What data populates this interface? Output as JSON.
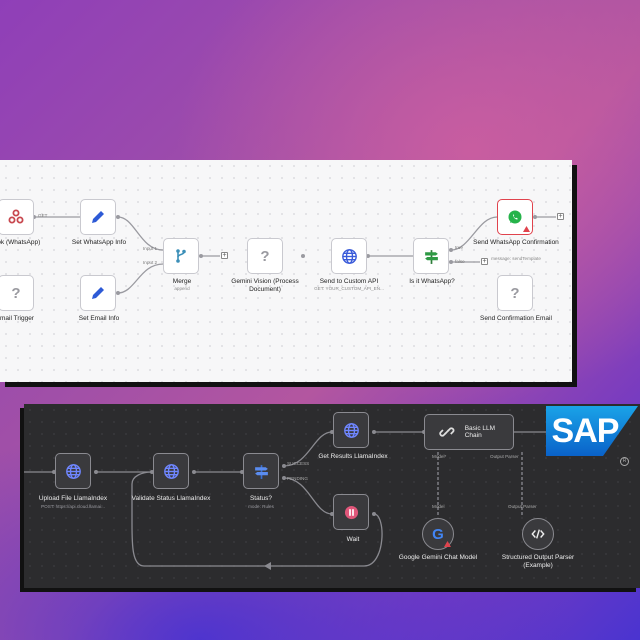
{
  "top_workflow": {
    "nodes": {
      "webhook": {
        "label": "ook (WhatsApp)",
        "icon": "webhook-icon"
      },
      "set_whatsapp": {
        "label": "Set WhatsApp Info",
        "icon": "pencil-icon"
      },
      "email_trigger": {
        "label": "mail Trigger",
        "icon": "question-icon"
      },
      "set_email": {
        "label": "Set Email Info",
        "icon": "pencil-icon"
      },
      "merge": {
        "label": "Merge",
        "sub": "append",
        "icon": "merge-icon"
      },
      "gemini_vision": {
        "label": "Gemini Vision (Process Document)",
        "icon": "question-icon"
      },
      "send_custom_api": {
        "label": "Send to Custom API",
        "sub": "GET: YOUR_CUSTOM_API_EN...",
        "icon": "globe-icon"
      },
      "is_whatsapp": {
        "label": "Is it WhatsApp?",
        "icon": "signpost-icon"
      },
      "send_whatsapp_conf": {
        "label": "Send WhatsApp Confirmation",
        "sub": "message: sendTemplate",
        "icon": "whatsapp-icon"
      },
      "send_conf_email": {
        "label": "Send Confirmation Email",
        "icon": "question-icon"
      }
    },
    "edge_labels": {
      "get": "GET",
      "input1": "Input 1",
      "input2": "Input 2",
      "true": "true",
      "false": "false"
    }
  },
  "bottom_workflow": {
    "nodes": {
      "upload": {
        "label": "Upload File LlamaIndex",
        "sub": "POST: https://api.cloud.llamai...",
        "icon": "globe-icon"
      },
      "validate": {
        "label": "Validate Status LlamaIndex",
        "icon": "globe-icon"
      },
      "status": {
        "label": "Status?",
        "sub": "mode: Rules",
        "icon": "signpost-icon"
      },
      "get_results": {
        "label": "Get Results LlamaIndex",
        "icon": "globe-icon"
      },
      "wait": {
        "label": "Wait",
        "icon": "pause-icon"
      },
      "llm_chain": {
        "label": "Basic LLM Chain",
        "icon": "link-icon"
      },
      "gemini_chat": {
        "label": "Google Gemini Chat Model",
        "icon": "google-icon"
      },
      "output_parser": {
        "label": "Structured Output Parser (Example)",
        "icon": "code-icon"
      }
    },
    "edge_labels": {
      "success": "SUCCESS",
      "pending": "PENDING",
      "model": "Model*",
      "output_parser": "Output Parser",
      "model2": "Model",
      "output_parser2": "Output Parser"
    }
  },
  "sap_logo": {
    "text": "SAP",
    "mark": "R"
  },
  "colors": {
    "accent_red": "#e0434d",
    "whatsapp_green": "#25b34a",
    "globe_blue": "#3a5bd9",
    "merge_teal": "#3c8fb8"
  }
}
